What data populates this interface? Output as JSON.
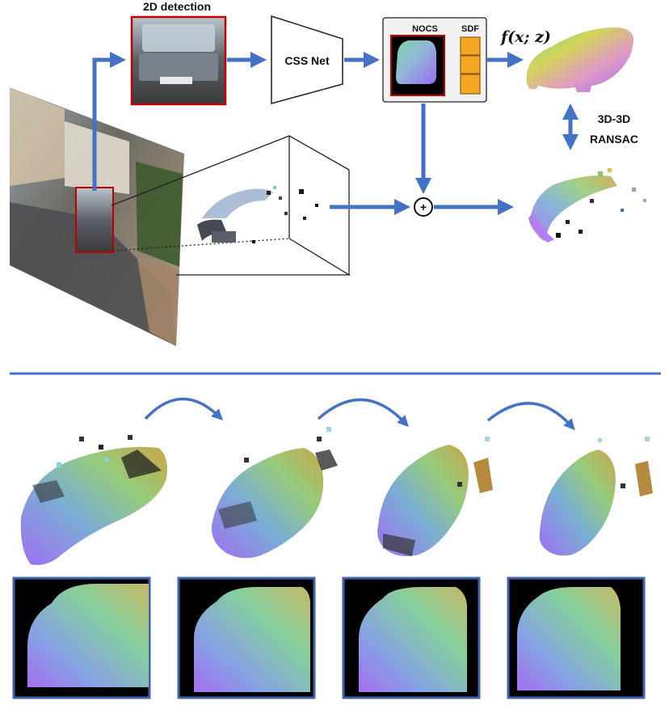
{
  "labels": {
    "detection": "2D detection",
    "network": "CSS Net",
    "nocs": "NOCS",
    "sdf": "SDF",
    "function": "f(x; z)",
    "registration_line1": "3D-3D",
    "registration_line2": "RANSAC",
    "combine_symbol": "+"
  },
  "colors": {
    "arrow": "#4472C4",
    "bbox": "#C00000",
    "sdf_fill": "#F5A623",
    "divider": "#4472C4",
    "panel_border": "#3F63B0"
  },
  "optimization_steps": 4
}
